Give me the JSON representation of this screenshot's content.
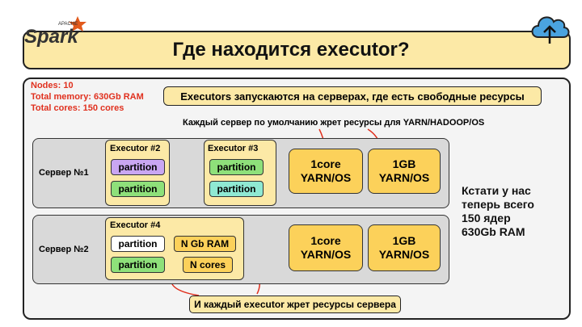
{
  "header": {
    "logo_apache": "APACHE",
    "logo_spark": "Spark",
    "title": "Где находится executor?"
  },
  "cluster_info": {
    "nodes": "Nodes: 10",
    "memory": "Total memory: 630Gb RAM",
    "cores": "Total cores: 150 cores"
  },
  "executors_banner": "Executors запускаются на серверах, где есть свободные ресурсы",
  "server_note": "Каждый сервер по умолчанию жрет ресурсы для YARN/HADOOP/OS",
  "server1": {
    "label": "Сервер №1",
    "executor2": {
      "title": "Executor #2",
      "partitions": [
        "partition",
        "partition"
      ]
    },
    "executor3": {
      "title": "Executor #3",
      "partitions": [
        "partition",
        "partition"
      ]
    },
    "res_cpu": {
      "line1": "1core",
      "line2": "YARN/OS"
    },
    "res_ram": {
      "line1": "1GB",
      "line2": "YARN/OS"
    }
  },
  "server2": {
    "label": "Сервер №2",
    "executor4": {
      "title": "Executor #4",
      "partitions": [
        "partition",
        "partition"
      ],
      "ram": "N Gb RAM",
      "cores": "N cores"
    },
    "res_cpu": {
      "line1": "1core",
      "line2": "YARN/OS"
    },
    "res_ram": {
      "line1": "1GB",
      "line2": "YARN/OS"
    }
  },
  "side_note": [
    "Кстати у нас",
    "теперь всего",
    "150 ядер",
    "630Gb RAM"
  ],
  "bottom_note": "И каждый executor жрет ресурсы сервера",
  "colors": {
    "accent_red": "#e0301e",
    "partition_purple": "#c9a6f2",
    "partition_green": "#8ee07a",
    "partition_teal": "#8fe9d3",
    "resource_yellow": "#fcd15a",
    "cloud_blue": "#4aa3df"
  }
}
